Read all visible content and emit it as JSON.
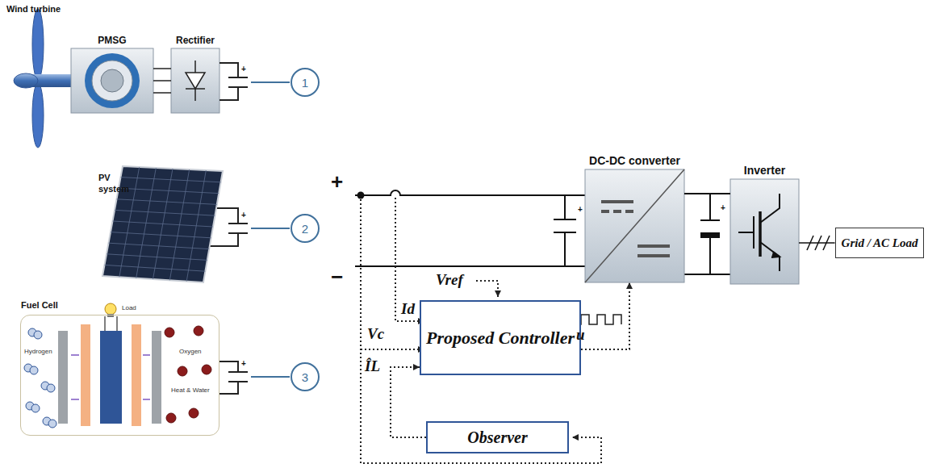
{
  "diagram": {
    "nodes": [
      {
        "text": [
          "PMSG"
        ]
      },
      {
        "text": [
          "Rectifier"
        ]
      },
      {
        "text": [
          "1"
        ]
      },
      {
        "text": [
          "2"
        ]
      },
      {
        "text": [
          "Fuel Cell",
          "Load",
          "Hydrogen",
          "Oxygen",
          "Heat & Water"
        ]
      },
      {
        "text": [
          "3"
        ]
      },
      {
        "text": [
          "DC-DC converter"
        ]
      },
      {
        "text": [
          "Inverter"
        ]
      },
      {
        "text": [
          "Grid / AC Load"
        ]
      },
      {
        "text": [
          "Proposed Controller"
        ]
      },
      {
        "text": [
          "Observer"
        ]
      }
    ],
    "edges": [
      {
        "from": 0,
        "to": 1,
        "arrow": "none"
      },
      {
        "from": 6,
        "to": 7,
        "arrow": "none"
      },
      {
        "from": 7,
        "to": 8,
        "arrow": "none"
      },
      {
        "from": 9,
        "to": 6,
        "arrow": "to"
      },
      {
        "from": 10,
        "to": 9,
        "arrow": "to"
      }
    ],
    "labels": [
      "Wind turbine",
      "PV system",
      "+",
      "+",
      "+",
      "+",
      "−",
      "+",
      "+",
      "Vref",
      "Id",
      "Vc",
      "ÎL",
      "u"
    ]
  }
}
